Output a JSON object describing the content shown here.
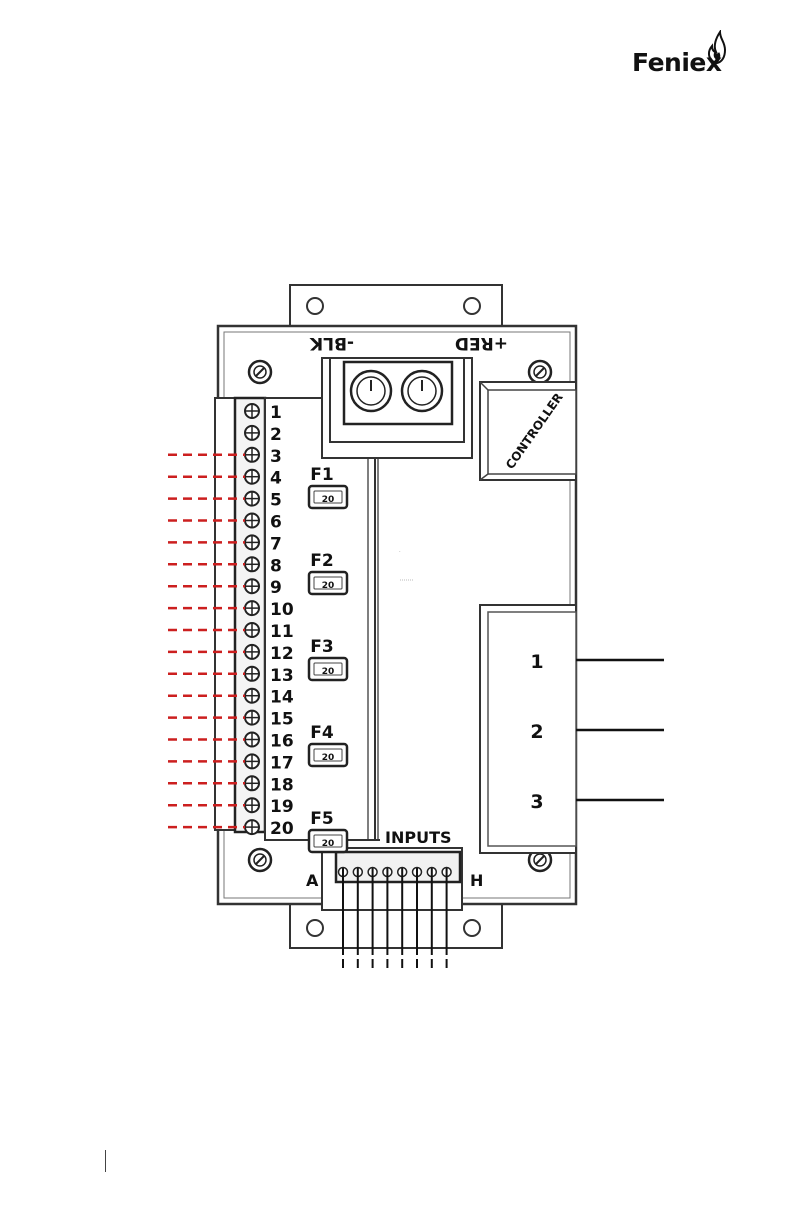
{
  "brand": {
    "name": "Feniex",
    "accent": "#111111"
  },
  "diagram": {
    "power_terminal": {
      "neg_label": "-BLK",
      "pos_label": "+RED"
    },
    "controller_label": "CONTROLLER",
    "fuse_labels": [
      "F1",
      "F2",
      "F3",
      "F4",
      "F5"
    ],
    "fuse_text": "20",
    "terminal_numbers": [
      "1",
      "2",
      "3",
      "4",
      "5",
      "6",
      "7",
      "8",
      "9",
      "10",
      "11",
      "12",
      "13",
      "14",
      "15",
      "16",
      "17",
      "18",
      "19",
      "20"
    ],
    "wired_terminals": [
      3,
      4,
      5,
      6,
      7,
      8,
      9,
      10,
      11,
      12,
      13,
      14,
      15,
      16,
      17,
      18,
      19,
      20
    ],
    "output_ports": [
      "1",
      "2",
      "3"
    ],
    "inputs_label": "INPUTS",
    "input_first": "A",
    "input_last": "H",
    "input_pin_count": 8,
    "wire_color": "#cc1f1f",
    "line_color": "#111111"
  }
}
